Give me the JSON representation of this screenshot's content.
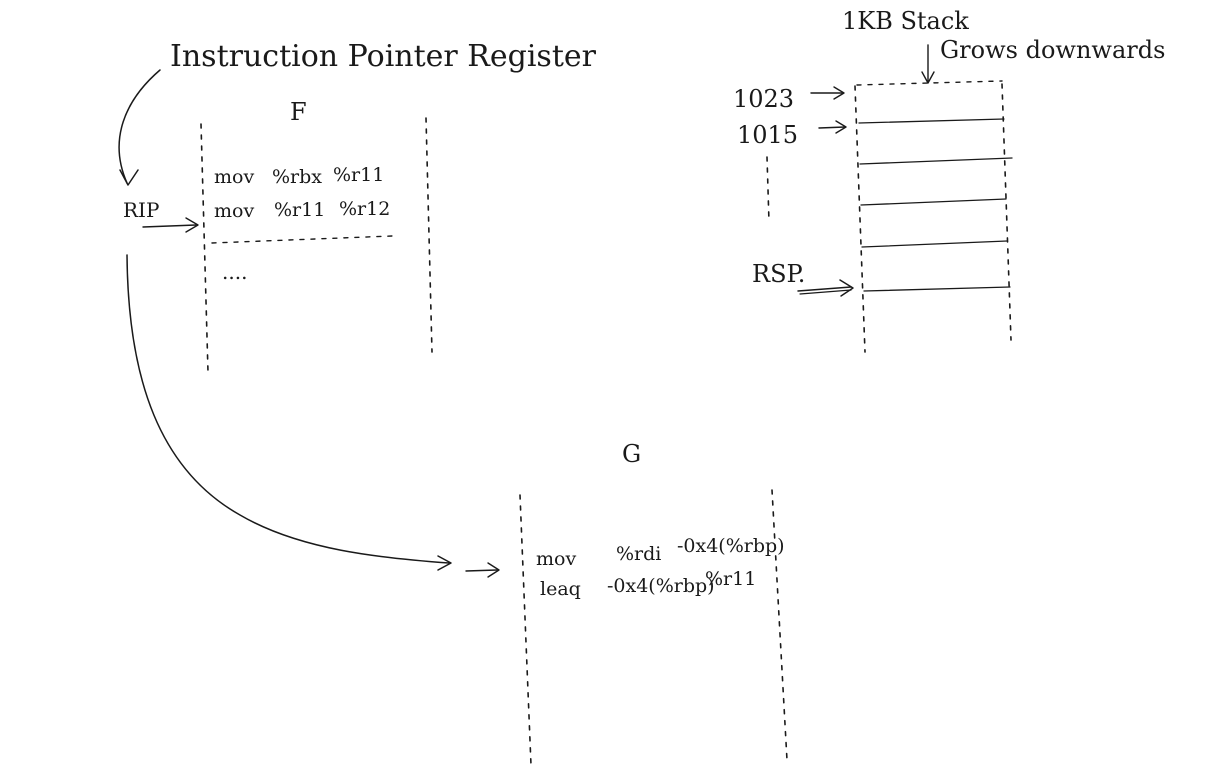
{
  "labels": {
    "instruction_pointer": "Instruction Pointer Register",
    "function_f": "F",
    "function_g": "G",
    "rip": "RIP",
    "stack_title": "1KB Stack",
    "grows": "Grows downwards",
    "addr_1023": "1023",
    "addr_1015": "1015",
    "rsp": "RSP."
  },
  "f_code": [
    {
      "op": "mov",
      "a": "%rbx",
      "b": "%r11"
    },
    {
      "op": "mov",
      "a": "%r11",
      "b": "%r12"
    }
  ],
  "f_ellipsis": "....",
  "g_code": [
    {
      "op": "mov",
      "a": "%rdi",
      "b": "-0x4(%rbp)"
    },
    {
      "op": "leaq",
      "a": "-0x4(%rbp)",
      "b": "%r11"
    }
  ]
}
